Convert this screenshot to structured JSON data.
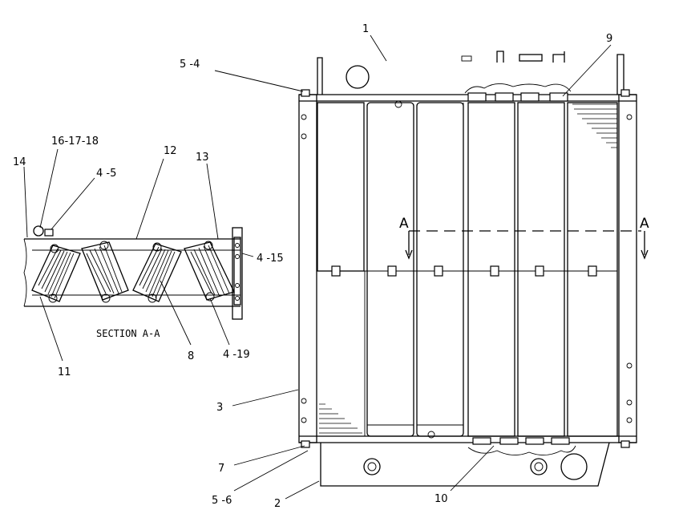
{
  "callouts": {
    "c1": "1",
    "c2": "2",
    "c3": "3",
    "c5_4": "5 -4",
    "c5_6": "5 -6",
    "c7": "7",
    "c9": "9",
    "c10": "10",
    "c14": "14",
    "c16_17_18": "16-17-18",
    "c4_5": "4 -5",
    "c12": "12",
    "c13": "13",
    "c4_15": "4 -15",
    "c11": "11",
    "c8": "8",
    "c4_19": "4 -19"
  },
  "section": {
    "label": "SECTION  A-A",
    "marker_left": "A",
    "marker_right": "A"
  }
}
